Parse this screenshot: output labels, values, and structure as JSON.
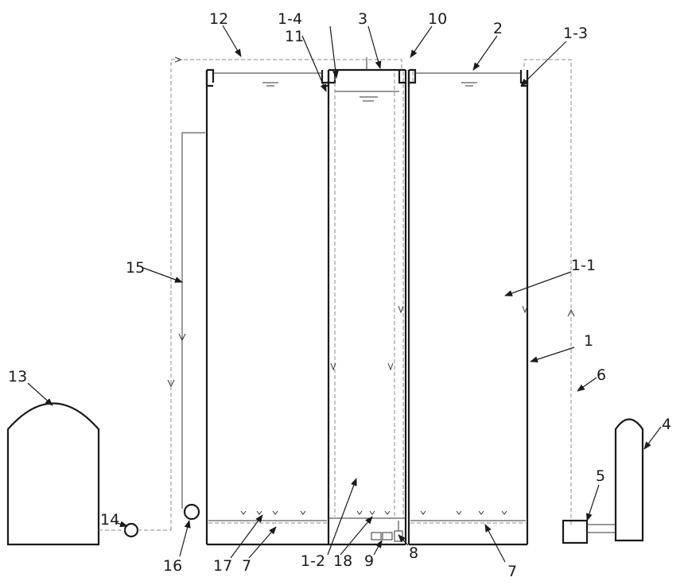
{
  "labels": {
    "l1": "1",
    "l1_1": "1-1",
    "l1_2": "1-2",
    "l1_3": "1-3",
    "l1_4": "1-4",
    "l2": "2",
    "l3": "3",
    "l4": "4",
    "l5": "5",
    "l6": "6",
    "l7a": "7",
    "l7b": "7",
    "l8": "8",
    "l9": "9",
    "l10": "10",
    "l11": "11",
    "l12": "12",
    "l13": "13",
    "l14": "14",
    "l15": "15",
    "l16": "16",
    "l17": "17",
    "l18": "18"
  }
}
